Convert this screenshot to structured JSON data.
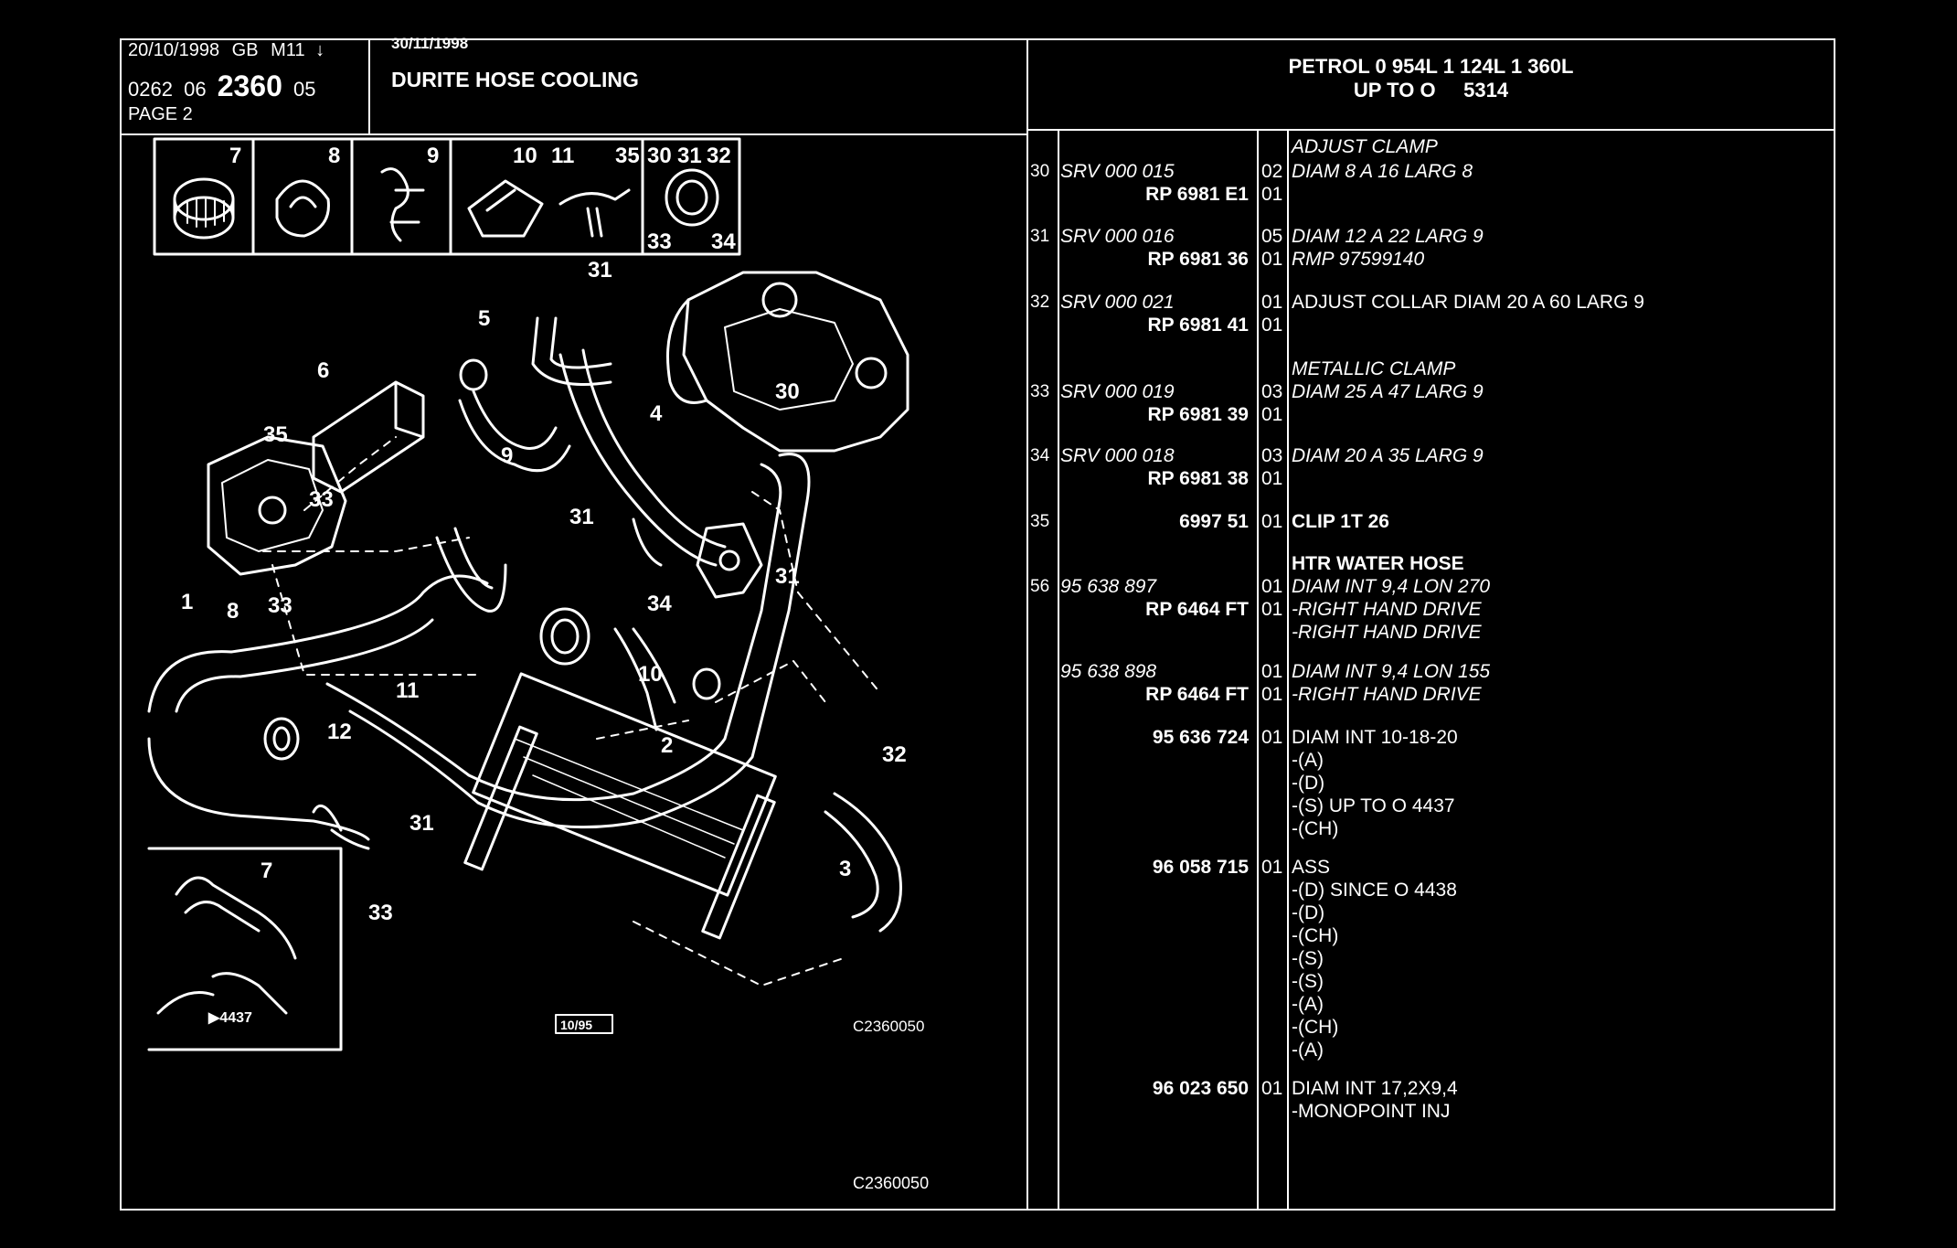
{
  "header": {
    "date": "20/10/1998",
    "lang": "GB",
    "model": "M11",
    "arrow": "↓",
    "ref_a": "0262",
    "ref_b": "06",
    "ref_main": "2360",
    "ref_c": "05",
    "page": "PAGE 2",
    "date2": "30/11/1998",
    "title": "DURITE HOSE COOLING",
    "engines": "PETROL 0 954L 1 124L 1 360L",
    "up_to": "UP TO O     5314"
  },
  "diagram": {
    "thumb_labels": [
      "7",
      "8",
      "9",
      "10",
      "11",
      "35",
      "30",
      "31",
      "32",
      "33",
      "34"
    ],
    "callouts": [
      "31",
      "5",
      "6",
      "35",
      "9",
      "33",
      "30",
      "4",
      "31",
      "1",
      "8",
      "33",
      "31",
      "34",
      "10",
      "11",
      "12",
      "2",
      "32",
      "31",
      "3",
      "7",
      "33"
    ],
    "inset_note": "▶4437",
    "date_box": "10/95",
    "drawing_code": "C2360050",
    "footer_code": "C2360050"
  },
  "parts": [
    {
      "num": "30",
      "ref1": "SRV 000 015",
      "ref2": "RP  6981 E1",
      "qty": [
        "02",
        "01"
      ],
      "title": "ADJUST CLAMP",
      "desc": [
        "DIAM 8 A 16 LARG 8"
      ]
    },
    {
      "num": "31",
      "ref1": "SRV 000 016",
      "ref2": "RP  6981 36",
      "qty": [
        "05",
        "01"
      ],
      "title": "",
      "desc": [
        "DIAM 12 A 22 LARG 9",
        "RMP 97599140"
      ]
    },
    {
      "num": "32",
      "ref1": "SRV 000 021",
      "ref2": "RP  6981 41",
      "qty": [
        "01",
        "01"
      ],
      "title": "",
      "desc": [
        "ADJUST COLLAR DIAM 20 A 60 LARG 9"
      ]
    },
    {
      "num": "33",
      "ref1": "SRV 000 019",
      "ref2": "RP  6981 39",
      "qty": [
        "03",
        "01"
      ],
      "title": "METALLIC CLAMP",
      "desc": [
        "DIAM 25 A 47 LARG 9"
      ]
    },
    {
      "num": "34",
      "ref1": "SRV 000 018",
      "ref2": "RP  6981 38",
      "qty": [
        "03",
        "01"
      ],
      "title": "",
      "desc": [
        "DIAM 20 A 35 LARG 9"
      ]
    },
    {
      "num": "35",
      "ref1": "",
      "ref2": "6997 51",
      "qty": [
        "01"
      ],
      "title": "",
      "desc": [
        "CLIP 1T 26"
      ]
    },
    {
      "num": "56",
      "ref1": "95 638 897",
      "ref2": "RP  6464 FT",
      "qty": [
        "01",
        "01"
      ],
      "title": "HTR WATER HOSE",
      "desc": [
        "DIAM INT 9,4 LON 270",
        "-RIGHT HAND DRIVE",
        "-RIGHT HAND DRIVE"
      ]
    },
    {
      "num": "",
      "ref1": "95 638 898",
      "ref2": "RP  6464 FT",
      "qty": [
        "01",
        "01"
      ],
      "title": "",
      "desc": [
        "DIAM INT 9,4 LON 155",
        "-RIGHT HAND DRIVE"
      ]
    },
    {
      "num": "",
      "ref1": "",
      "ref2": "95 636 724",
      "qty": [
        "01"
      ],
      "title": "",
      "desc": [
        "DIAM INT 10-18-20",
        "-(A)",
        "-(D)",
        "-(S) UP TO O 4437",
        "-(CH)"
      ]
    },
    {
      "num": "",
      "ref1": "",
      "ref2": "96 058 715",
      "qty": [
        "01"
      ],
      "title": "",
      "desc": [
        "ASS",
        "-(D) SINCE O 4438",
        "-(D)",
        "-(CH)",
        "-(S)",
        "-(S)",
        "-(A)",
        "-(CH)",
        "-(A)"
      ]
    },
    {
      "num": "",
      "ref1": "",
      "ref2": "96 023 650",
      "qty": [
        "01"
      ],
      "title": "",
      "desc": [
        "DIAM INT 17,2X9,4",
        "-MONOPOINT INJ"
      ]
    }
  ]
}
